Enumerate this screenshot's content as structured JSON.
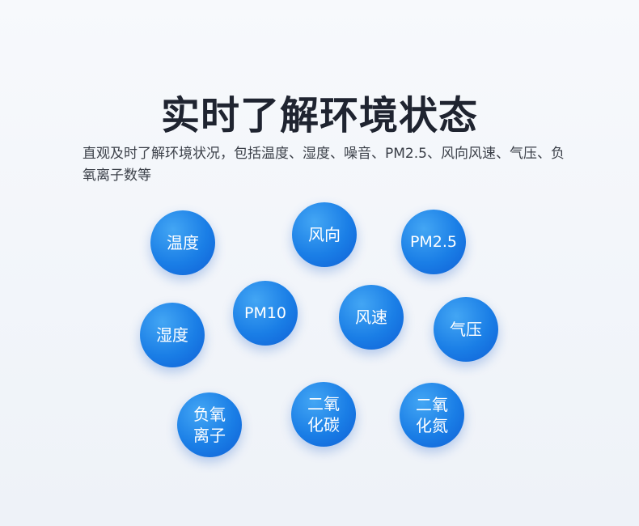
{
  "title": "实时了解环境状态",
  "description": "直观及时了解环境状况，包括温度、湿度、噪音、PM2.5、风向风速、气压、负氧离子数等",
  "bubbles": [
    {
      "id": "temperature",
      "label": "温度"
    },
    {
      "id": "wind-direction",
      "label": "风向"
    },
    {
      "id": "pm25",
      "label": "PM2.5"
    },
    {
      "id": "humidity",
      "label": "湿度"
    },
    {
      "id": "pm10",
      "label": "PM10"
    },
    {
      "id": "wind-speed",
      "label": "风速"
    },
    {
      "id": "air-pressure",
      "label": "气压"
    },
    {
      "id": "negative-oxygen-ion",
      "label": "负氧\n离子"
    },
    {
      "id": "carbon-dioxide",
      "label": "二氧\n化碳"
    },
    {
      "id": "nitrogen-dioxide",
      "label": "二氧\n化氮"
    }
  ],
  "colors": {
    "bubble_light": "#43a6f4",
    "bubble_mid": "#1a7ee6",
    "bubble_dark": "#0f5fd6",
    "title": "#1f2430",
    "text": "#3a3f48"
  }
}
